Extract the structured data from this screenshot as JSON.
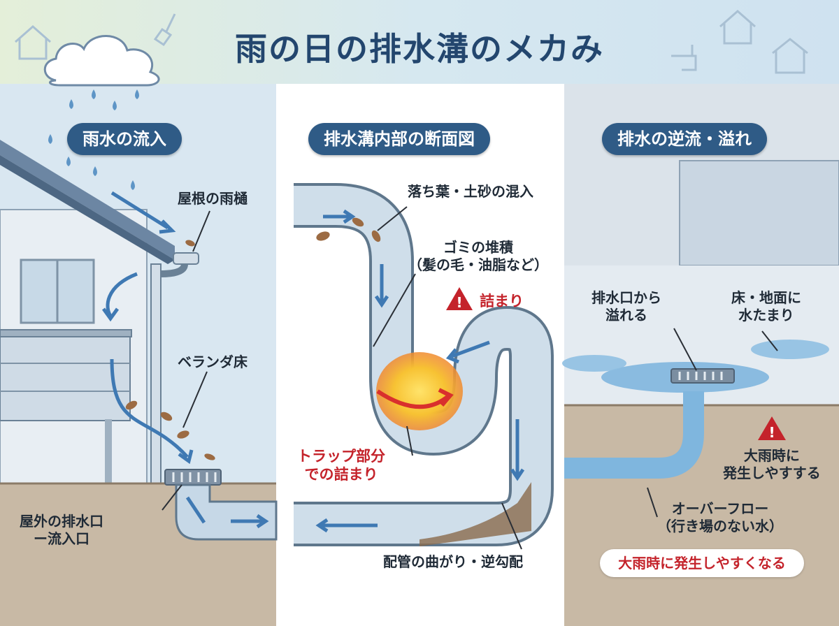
{
  "title": "雨の日の排水溝のメカみ",
  "panels": {
    "left": {
      "header": "雨水の流入"
    },
    "center": {
      "header": "排水溝内部の断面図"
    },
    "right": {
      "header": "排水の逆流・溢れ"
    }
  },
  "labels": {
    "gutter": "屋根の雨樋",
    "veranda": "ベランダ床",
    "outdoor_drain_1": "屋外の排水口",
    "outdoor_drain_2": "ー流入口",
    "leaves": "落ち葉・土砂の混入",
    "debris_1": "ゴミの堆積",
    "debris_2": "（髪の毛・油脂など）",
    "clog": "詰まり",
    "trap_1": "トラップ部分",
    "trap_2": "での詰まり",
    "bend": "配管の曲がり・逆勾配",
    "overflow_drain_1": "排水口から",
    "overflow_drain_2": "溢れる",
    "puddle_1": "床・地面に",
    "puddle_2": "水たまり",
    "heavy_rain_1": "大雨時に",
    "heavy_rain_2": "発生しやすする",
    "overflow_1": "オーバーフロー",
    "overflow_2": "（行き場のない水）",
    "footer_note": "大雨時に発生しやすくなる"
  },
  "colors": {
    "header_pill": "#2f5b86",
    "title": "#23466e",
    "warning_red": "#c4232b",
    "water": "#5b9bd0",
    "pipe": "#b9cfe2"
  }
}
